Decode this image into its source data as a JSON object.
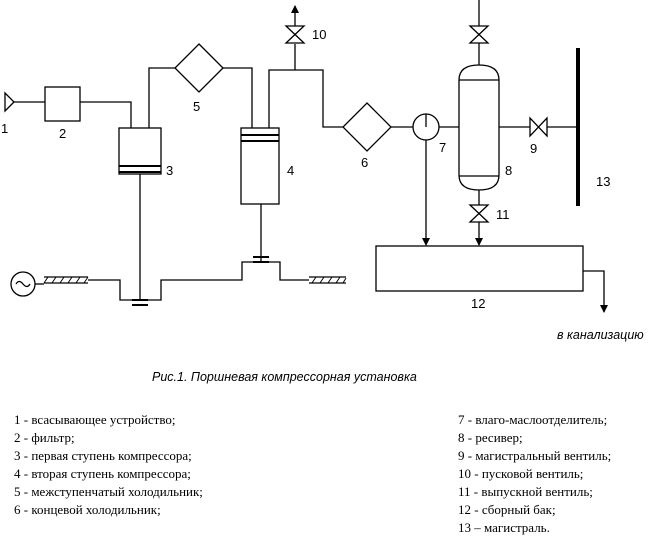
{
  "diagram": {
    "labels": {
      "n1": "1",
      "n2": "2",
      "n3": "3",
      "n4": "4",
      "n5": "5",
      "n6": "6",
      "n7": "7",
      "n8": "8",
      "n9": "9",
      "n10": "10",
      "n11": "11",
      "n12": "12",
      "n13": "13"
    },
    "drain_label": "в канализацию"
  },
  "caption": "Рис.1. Поршневая компрессорная установка",
  "legend": {
    "left": [
      "1 - всасывающее устройство;",
      "2 - фильтр;",
      "3 - первая ступень компрессора;",
      "4 - вторая ступень компрессора;",
      "5 - межступенчатый холодильник;",
      "6 - концевой холодильник;"
    ],
    "right": [
      "7 - влаго-маслоотделитель;",
      "8 - ресивер;",
      "9 - магистральный вентиль;",
      "10 - пусковой вентиль;",
      "11 - выпускной вентиль;",
      "12 - сборный бак;",
      "13 – магистраль."
    ]
  }
}
